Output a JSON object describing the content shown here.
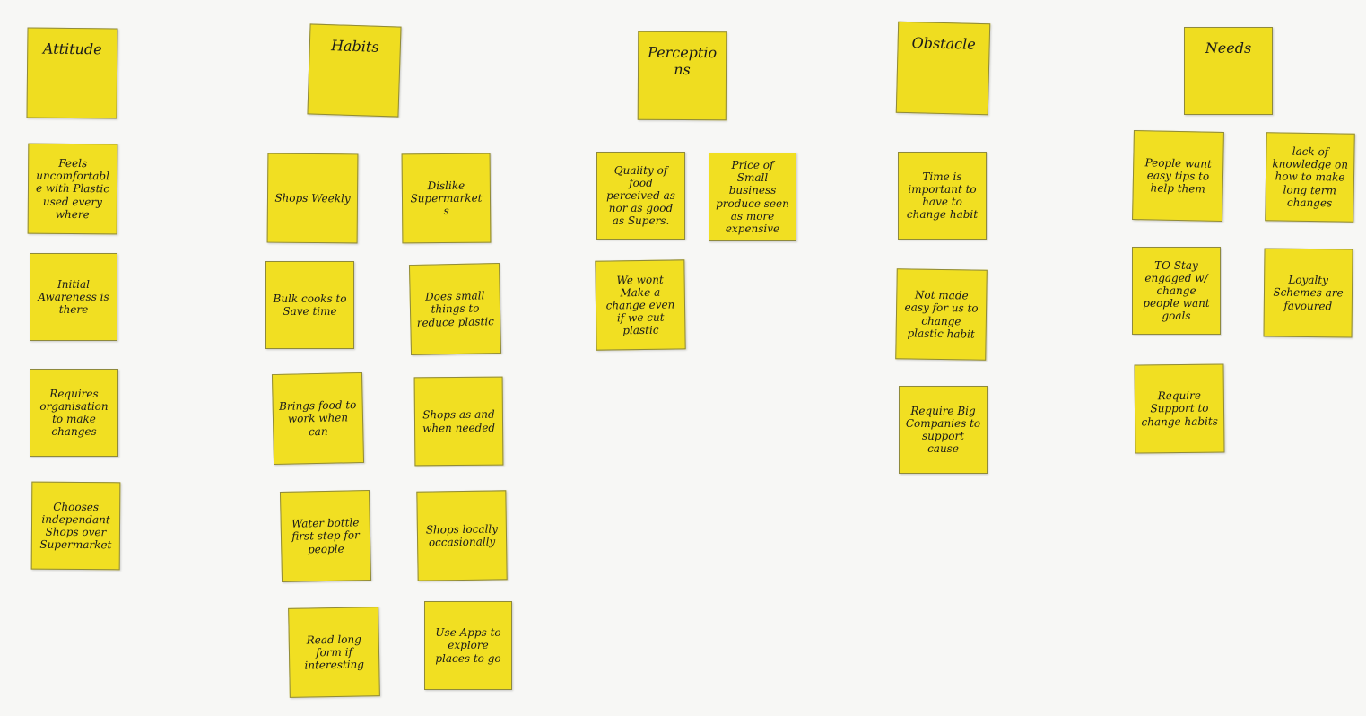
{
  "board": {
    "note_color": "#f1df22",
    "header_color": "#efdd20",
    "background": "#f7f7f5"
  },
  "columns": [
    {
      "id": "attitude",
      "header": "Attitude",
      "notes": [
        "Feels uncomfortable with Plastic used every where",
        "Initial Awareness is there",
        "Requires organisation to make changes",
        "Chooses independant Shops over Supermarket"
      ]
    },
    {
      "id": "habits",
      "header": "Habits",
      "notes": [
        "Shops Weekly",
        "Dislike Supermarkets",
        "Bulk cooks to Save time",
        "Does small things to reduce plastic",
        "Brings food to work when can",
        "Shops as and when needed",
        "Water bottle first step for people",
        "Shops locally occasionally",
        "Read long form if interesting",
        "Use Apps to explore places to go"
      ]
    },
    {
      "id": "perceptions",
      "header": "Perceptions",
      "notes": [
        "Quality of food perceived as nor as good as Supers.",
        "Price of Small business produce seen as more expensive",
        "We wont Make a change even if we cut plastic"
      ]
    },
    {
      "id": "obstacle",
      "header": "Obstacle",
      "notes": [
        "Time is important to have to change habit",
        "Not made easy for us to change plastic habit",
        "Require Big Companies to support cause"
      ]
    },
    {
      "id": "needs",
      "header": "Needs",
      "notes": [
        "People want easy tips to help them",
        "lack of knowledge on how to make long term changes",
        "TO Stay engaged w/ change people want goals",
        "Loyalty Schemes are favoured",
        "Require Support to change habits"
      ]
    }
  ]
}
